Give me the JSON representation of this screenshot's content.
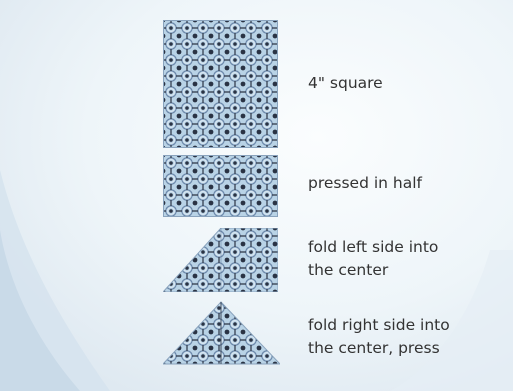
{
  "steps": [
    {
      "label": "4\" square",
      "shape": "square-fabric"
    },
    {
      "label": "pressed in half",
      "shape": "half-rectangle-fabric"
    },
    {
      "label": "fold left side into\nthe center",
      "shape": "left-fold-fabric"
    },
    {
      "label": "fold right side into\nthe center, press",
      "shape": "triangle-fabric"
    }
  ],
  "colors": {
    "fabric_base": "#b9d3e6",
    "fabric_dark": "#2a3344",
    "fabric_mid": "#6b86a8",
    "text": "#333333",
    "background": "#f3f8fb",
    "background_sweep": "#cfdde8"
  }
}
